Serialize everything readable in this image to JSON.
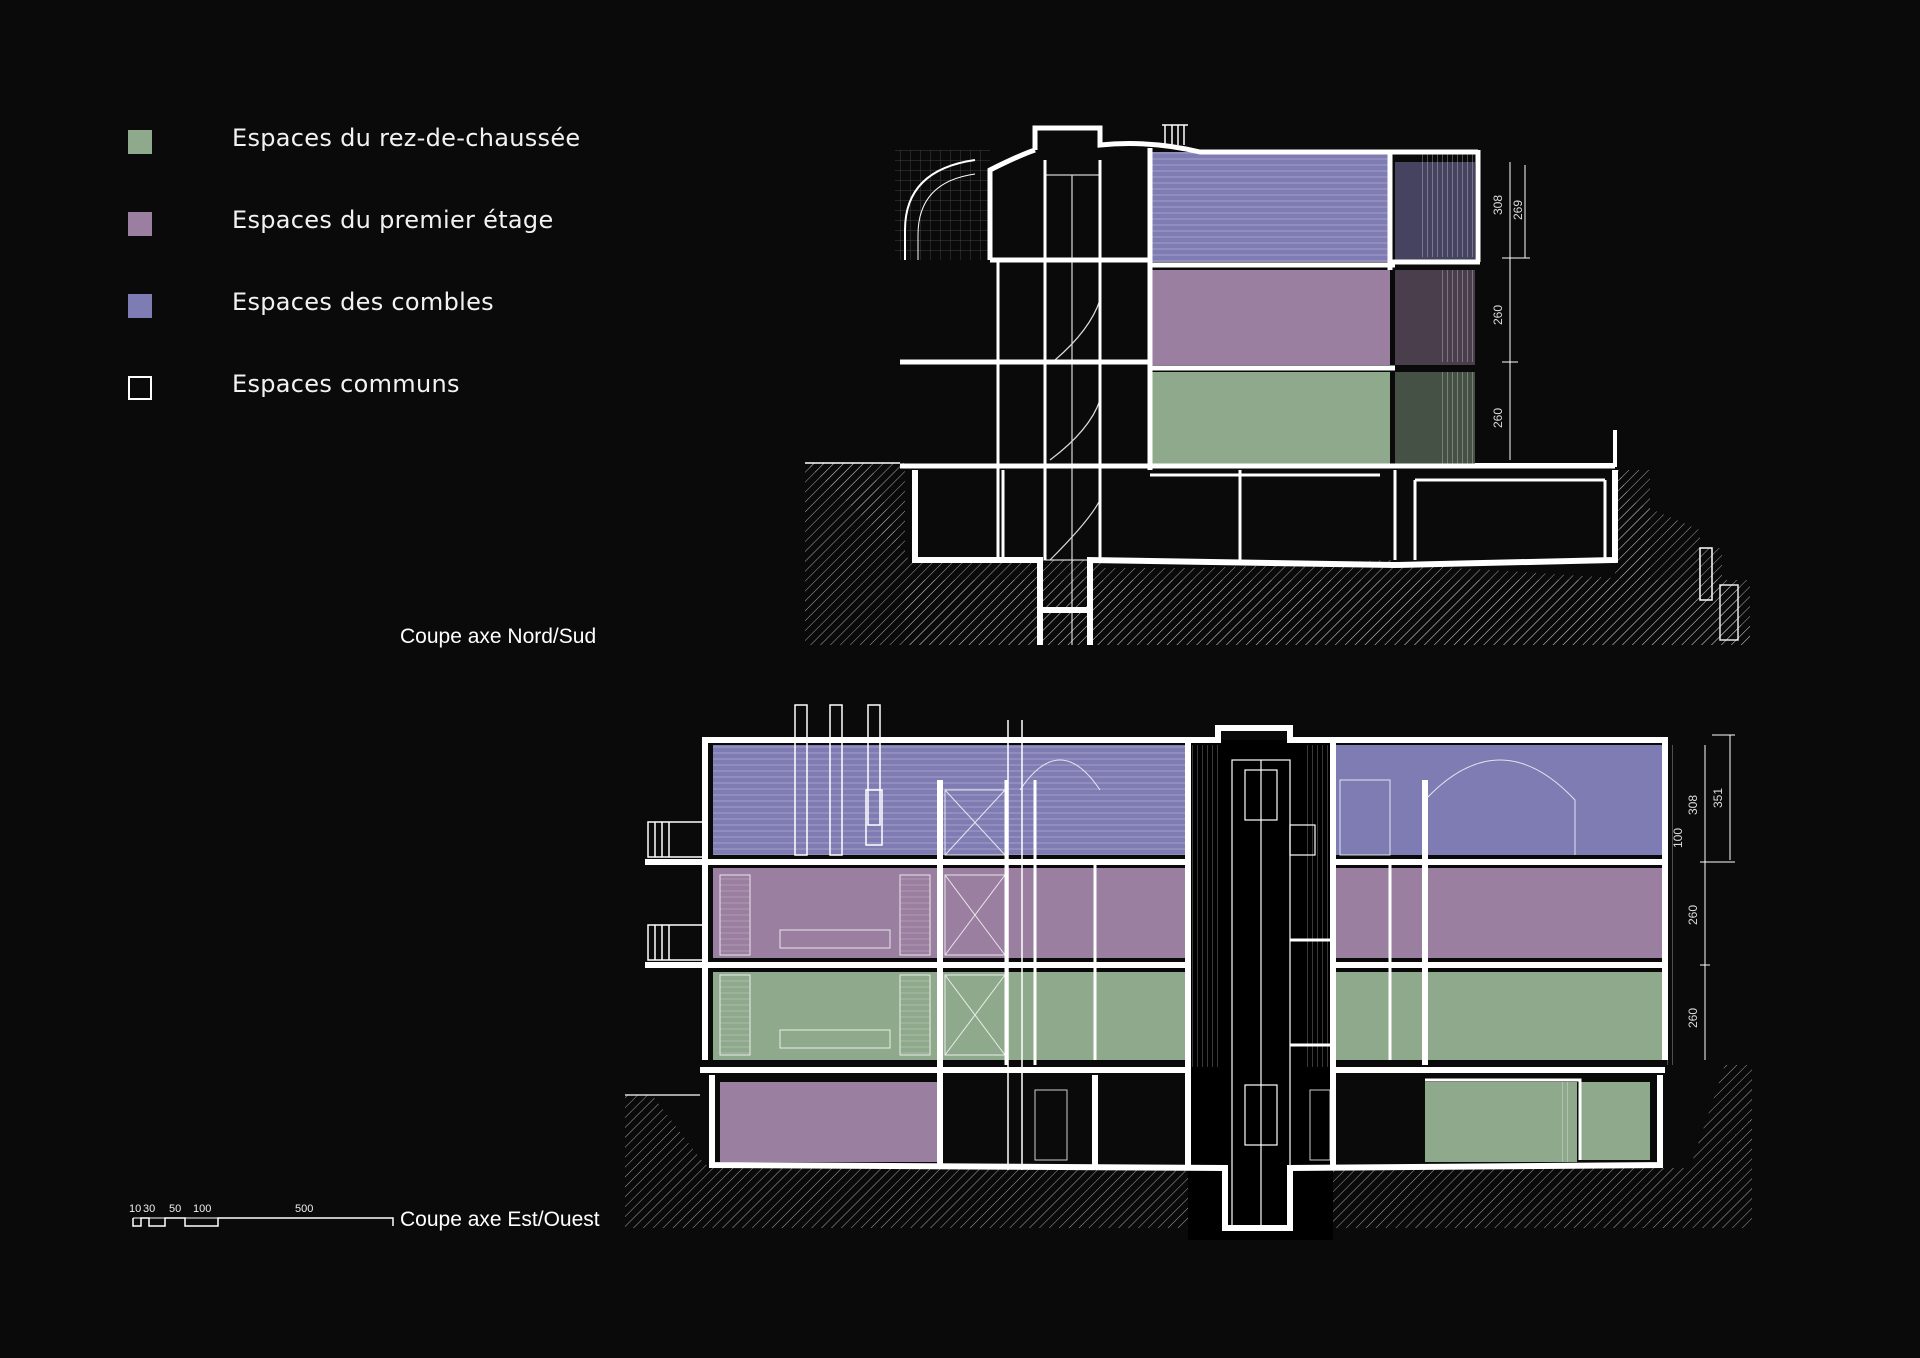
{
  "legend": {
    "items": [
      {
        "label": "Espaces du  rez-de-chaussée",
        "color": "#8fa98d",
        "outline": false
      },
      {
        "label": "Espaces du premier étage",
        "color": "#9a7fa0",
        "outline": false
      },
      {
        "label": "Espaces des combles",
        "color": "#7f7cb3",
        "outline": false
      },
      {
        "label": "Espaces communs",
        "color": "#0a0a0a",
        "outline": true
      }
    ]
  },
  "sections": {
    "ns_caption": "Coupe axe Nord/Sud",
    "ew_caption": "Coupe axe Est/Ouest"
  },
  "dimensions": {
    "ns": {
      "attic_outer": "308",
      "attic_inner": "269",
      "first": "260",
      "ground": "260"
    },
    "ew": {
      "attic_outer": "351",
      "attic_inner": "308",
      "parapet": "100",
      "first": "260",
      "ground": "260"
    }
  },
  "scale_bar": {
    "t1": "10",
    "t2": "30",
    "t3": "50",
    "t4": "100",
    "t5": "500"
  },
  "colors": {
    "ground_floor": "#8fa98d",
    "first_floor": "#9a7fa0",
    "attic": "#7f7cb3",
    "line": "#ffffff",
    "background": "#0a0a0a"
  }
}
